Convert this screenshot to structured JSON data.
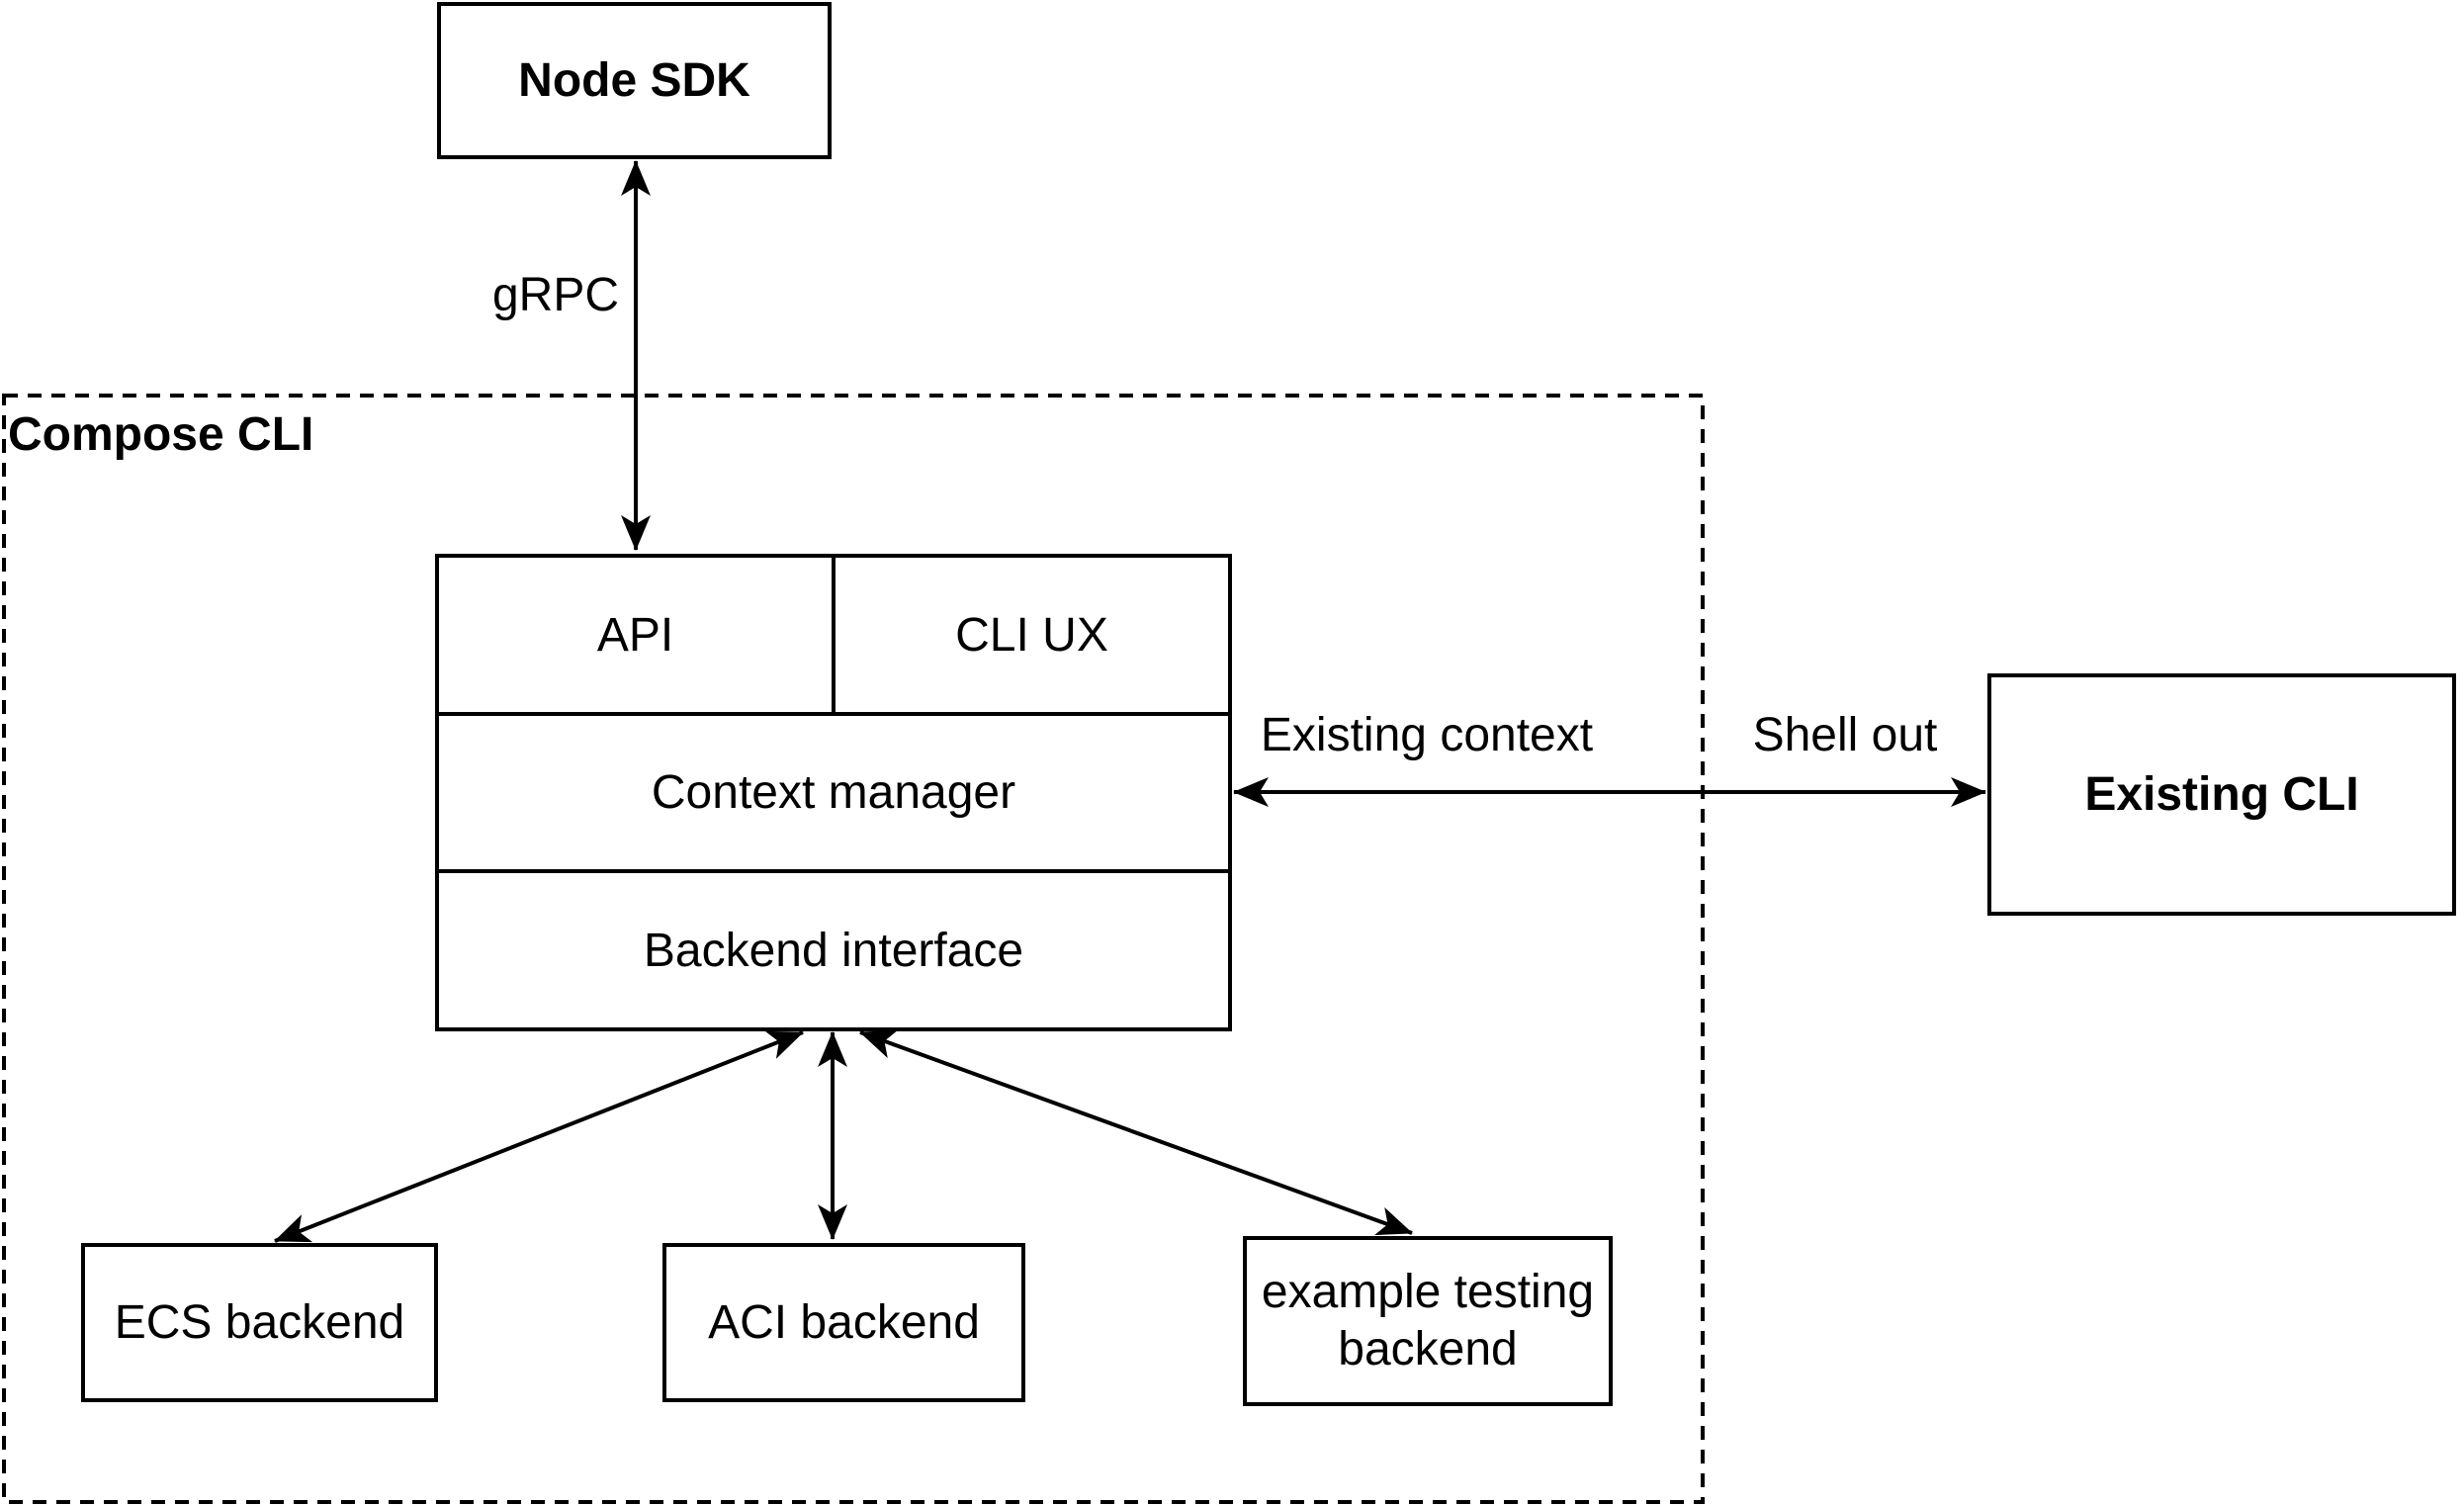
{
  "colors": {
    "stroke": "#000000",
    "text": "#000000",
    "background": "#ffffff"
  },
  "container": {
    "compose_cli": {
      "label": "Compose CLI"
    }
  },
  "nodes": {
    "node_sdk": {
      "label": "Node SDK"
    },
    "api": {
      "label": "API"
    },
    "cli_ux": {
      "label": "CLI UX"
    },
    "context_manager": {
      "label": "Context manager"
    },
    "backend_interface": {
      "label": "Backend interface"
    },
    "existing_cli": {
      "label": "Existing CLI"
    },
    "ecs_backend": {
      "label": "ECS backend"
    },
    "aci_backend": {
      "label": "ACI backend"
    },
    "example_testing_backend": {
      "label": "example testing backend"
    }
  },
  "edges": {
    "grpc": {
      "label": "gRPC",
      "from": "node_sdk",
      "to": "api",
      "bidirectional": true
    },
    "existing_cli_link": {
      "labels": [
        "Existing context",
        "Shell out"
      ],
      "from": "context_manager",
      "to": "existing_cli",
      "bidirectional": true
    },
    "ecs_link": {
      "from": "backend_interface",
      "to": "ecs_backend",
      "bidirectional": true
    },
    "aci_link": {
      "from": "backend_interface",
      "to": "aci_backend",
      "bidirectional": true
    },
    "example_link": {
      "from": "backend_interface",
      "to": "example_testing_backend",
      "bidirectional": true
    }
  },
  "edge_labels": {
    "grpc": "gRPC",
    "existing_context": "Existing context",
    "shell_out": "Shell out"
  }
}
